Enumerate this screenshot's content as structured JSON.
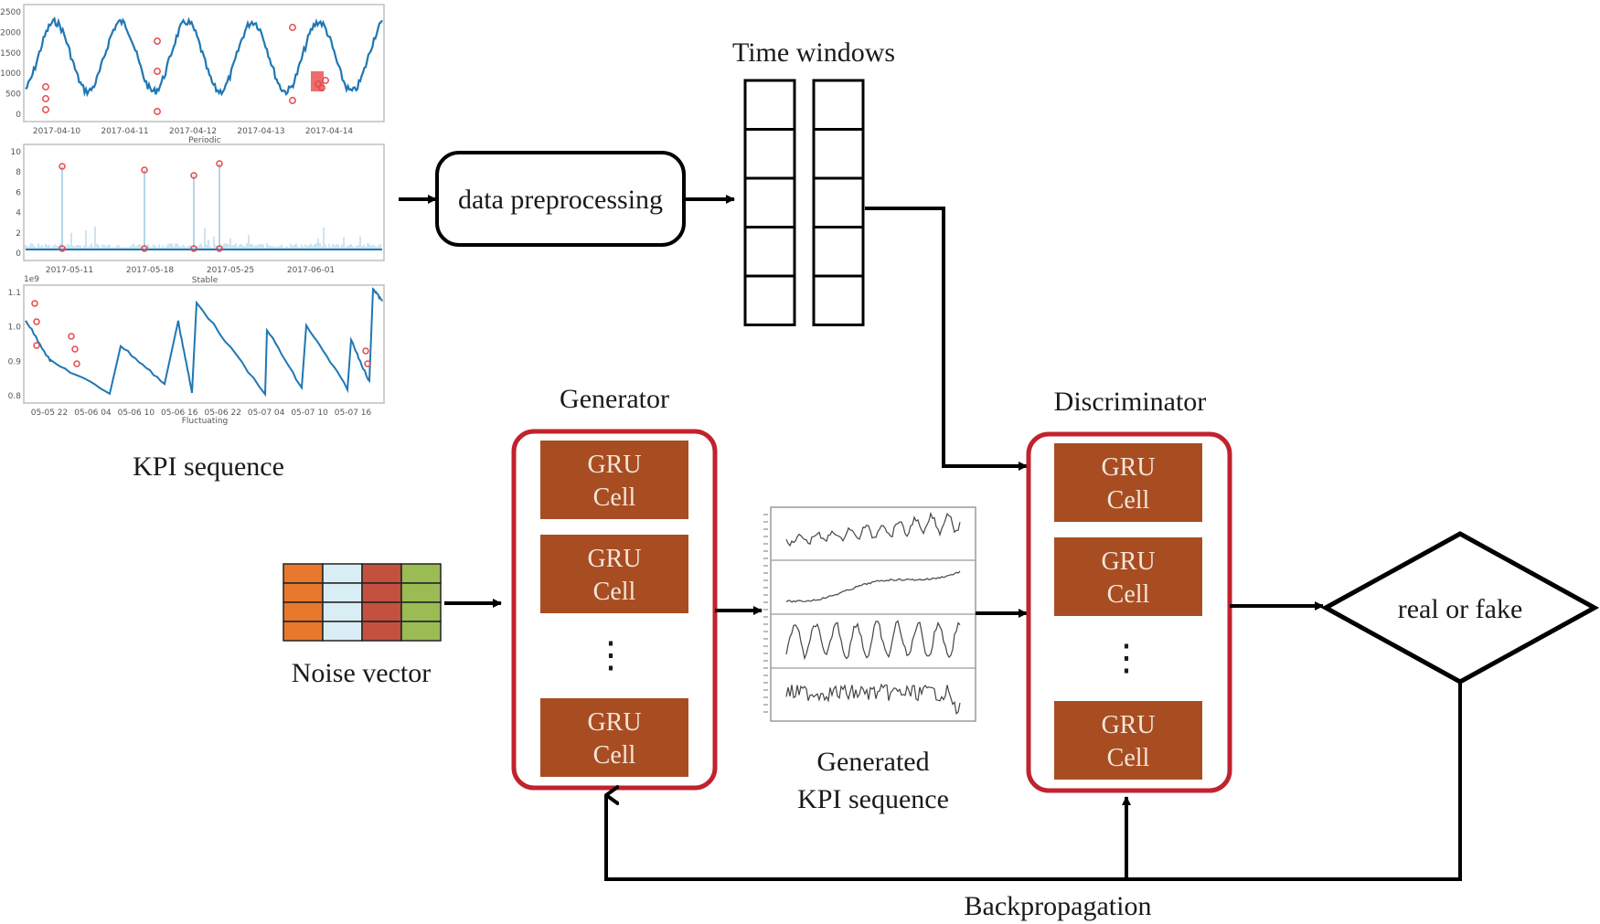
{
  "labels": {
    "kpi_sequence": "KPI sequence",
    "data_preprocessing": "data preprocessing",
    "time_windows": "Time windows",
    "generator": "Generator",
    "discriminator": "Discriminator",
    "noise_vector": "Noise vector",
    "generated_line1": "Generated",
    "generated_line2": "KPI sequence",
    "real_or_fake": "real or fake",
    "backpropagation": "Backpropagation",
    "ellipsis": "⋮"
  },
  "gru_cell": {
    "line1": "GRU",
    "line2": "Cell"
  },
  "kpi_plots": [
    {
      "caption": "Periodic",
      "x_ticks": [
        "2017-04-10",
        "2017-04-11",
        "2017-04-12",
        "2017-04-13",
        "2017-04-14"
      ],
      "y_ticks": [
        "0",
        "500",
        "1000",
        "1500",
        "2000",
        "2500"
      ]
    },
    {
      "caption": "Stable",
      "x_ticks": [
        "2017-05-11",
        "2017-05-18",
        "2017-05-25",
        "2017-06-01"
      ],
      "y_ticks": [
        "0",
        "2",
        "4",
        "6",
        "8",
        "10"
      ]
    },
    {
      "caption": "Fluctuating",
      "scale_note": "1e9",
      "x_ticks": [
        "05-05 22",
        "05-06 04",
        "05-06 10",
        "05-06 16",
        "05-06 22",
        "05-07 04",
        "05-07 10",
        "05-07 16"
      ],
      "y_ticks": [
        "0.8",
        "0.9",
        "1.0",
        "1.1"
      ]
    }
  ],
  "colors": {
    "gru_fill": "#a84d22",
    "gru_border": "#c0232d",
    "plot_line": "#1f77b4",
    "anomaly": "#e8474b",
    "noise_orange": "#e8782c",
    "noise_light_blue": "#d9edf5",
    "noise_red": "#c4503f",
    "noise_green": "#9bbb55"
  }
}
